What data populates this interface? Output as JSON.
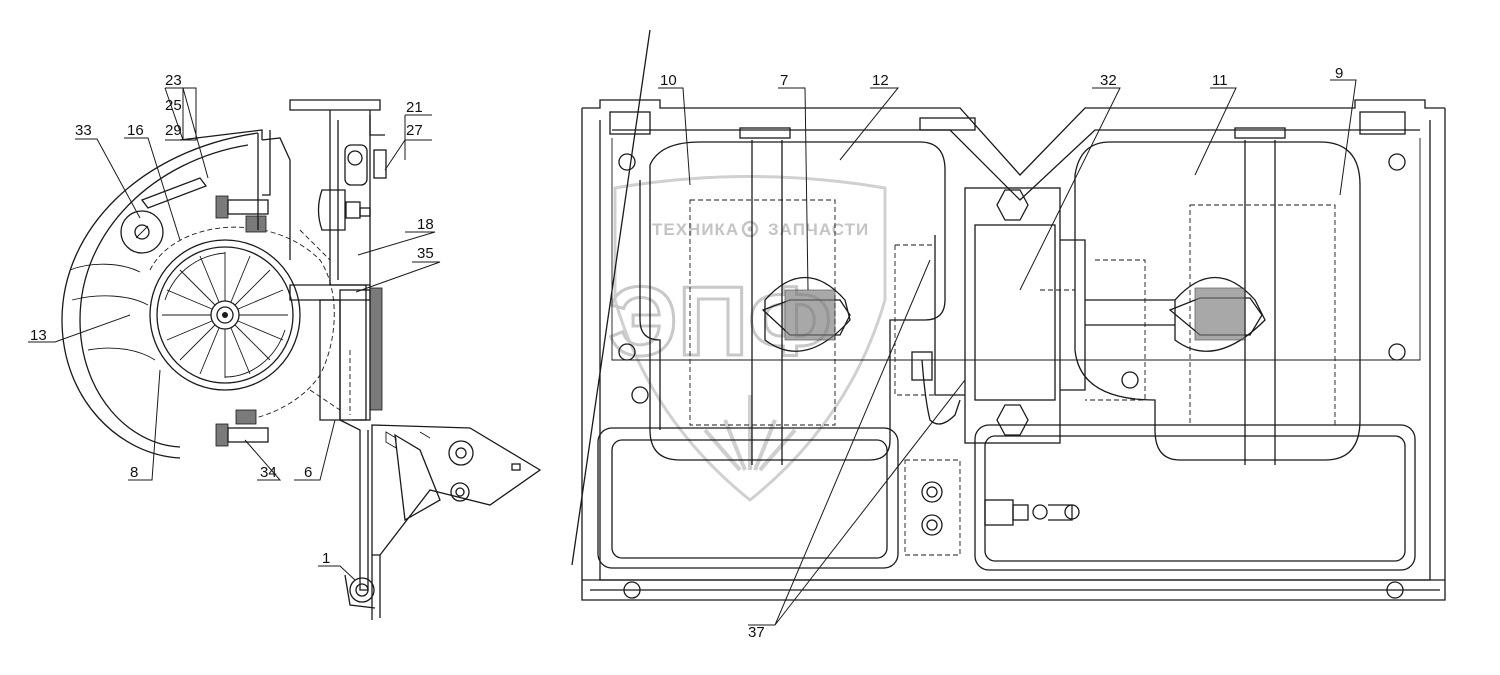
{
  "watermark": {
    "top_left_text": "ТЕХНИКА",
    "top_right_text": "ЗАПЧАСТИ",
    "logo_text": "ЭПФ",
    "gear_icon": "gear-icon",
    "emblem_icon": "wheat-ears-icon"
  },
  "callouts": {
    "c23": "23",
    "c25": "25",
    "c29": "29",
    "c33": "33",
    "c16": "16",
    "c21": "21",
    "c27": "27",
    "c18": "18",
    "c35": "35",
    "c13": "13",
    "c8": "8",
    "c34": "34",
    "c6": "6",
    "c1": "1",
    "c10": "10",
    "c7": "7",
    "c12": "12",
    "c32": "32",
    "c11": "11",
    "c9": "9",
    "c37": "37"
  },
  "colors": {
    "line": "#1a1a1a",
    "watermark": "#c8c8c8",
    "background": "#ffffff"
  }
}
